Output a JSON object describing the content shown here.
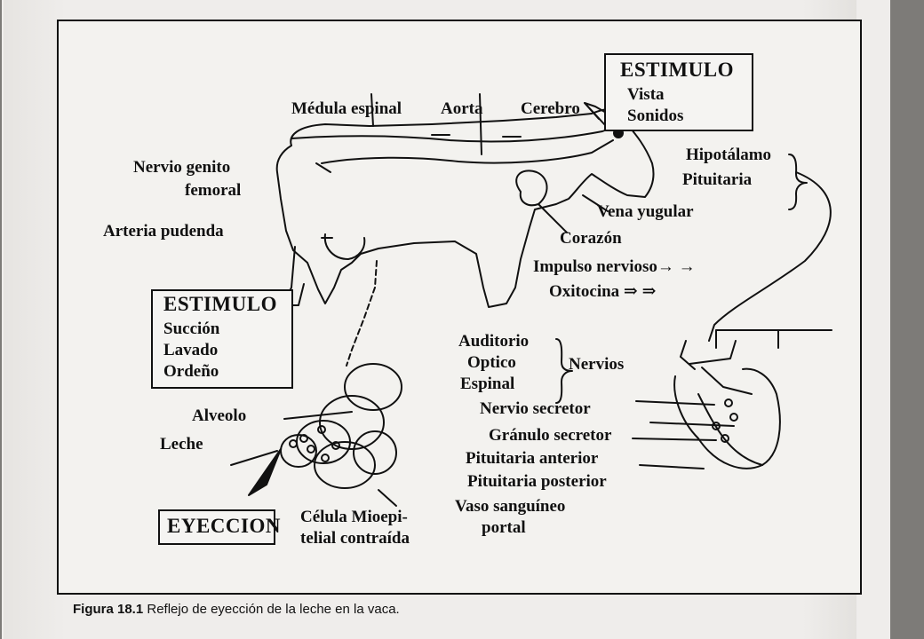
{
  "labels": {
    "estimulo_top": "ESTIMULO",
    "vista": "Vista",
    "sonidos": "Sonidos",
    "medula": "Médula espinal",
    "aorta": "Aorta",
    "cerebro": "Cerebro",
    "hipotalamo": "Hipotálamo",
    "pituitaria": "Pituitaria",
    "nervio_genito": "Nervio genito",
    "femoral": "femoral",
    "vena_yugular": "Vena yugular",
    "arteria_pudenda": "Arteria pudenda",
    "corazon": "Corazón",
    "impulso": "Impulso nervioso→ →",
    "oxitocina": "Oxitocina ⇒ ⇒",
    "estimulo_bottom": "ESTIMULO",
    "succion": "Succión",
    "lavado": "Lavado",
    "ordeno": "Ordeño",
    "auditorio": "Auditorio",
    "optico": "Optico",
    "espinal": "Espinal",
    "nervios": "Nervios",
    "alveolo": "Alveolo",
    "nervio_secretor": "Nervio secretor",
    "granulo": "Gránulo secretor",
    "leche": "Leche",
    "pit_anterior": "Pituitaria anterior",
    "pit_posterior": "Pituitaria posterior",
    "vaso_1": "Vaso sanguíneo",
    "vaso_2": "portal",
    "eyeccion": "EYECCION",
    "celula_1": "Célula Mioepi-",
    "celula_2": "telial contraída"
  },
  "caption": {
    "prefix": "Figura 18.1",
    "text": "Reflejo de eyección de la leche en la vaca."
  }
}
